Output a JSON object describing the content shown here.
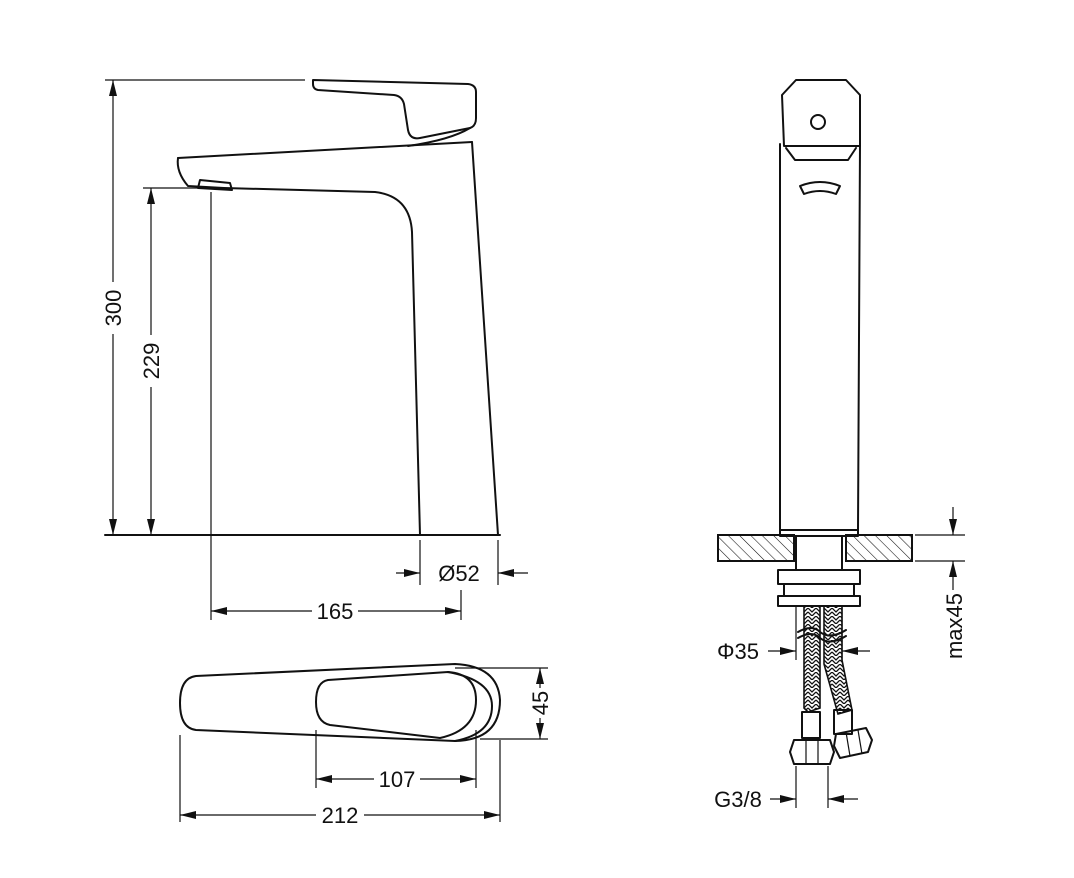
{
  "dimensions": {
    "total_height": "300",
    "spout_height": "229",
    "base_diameter": "Ø52",
    "spout_reach": "165",
    "top_width": "45",
    "lever_length": "107",
    "total_length": "212",
    "tail_diameter": "Φ35",
    "deck_thickness": "max45",
    "hose_thread": "G3/8"
  }
}
